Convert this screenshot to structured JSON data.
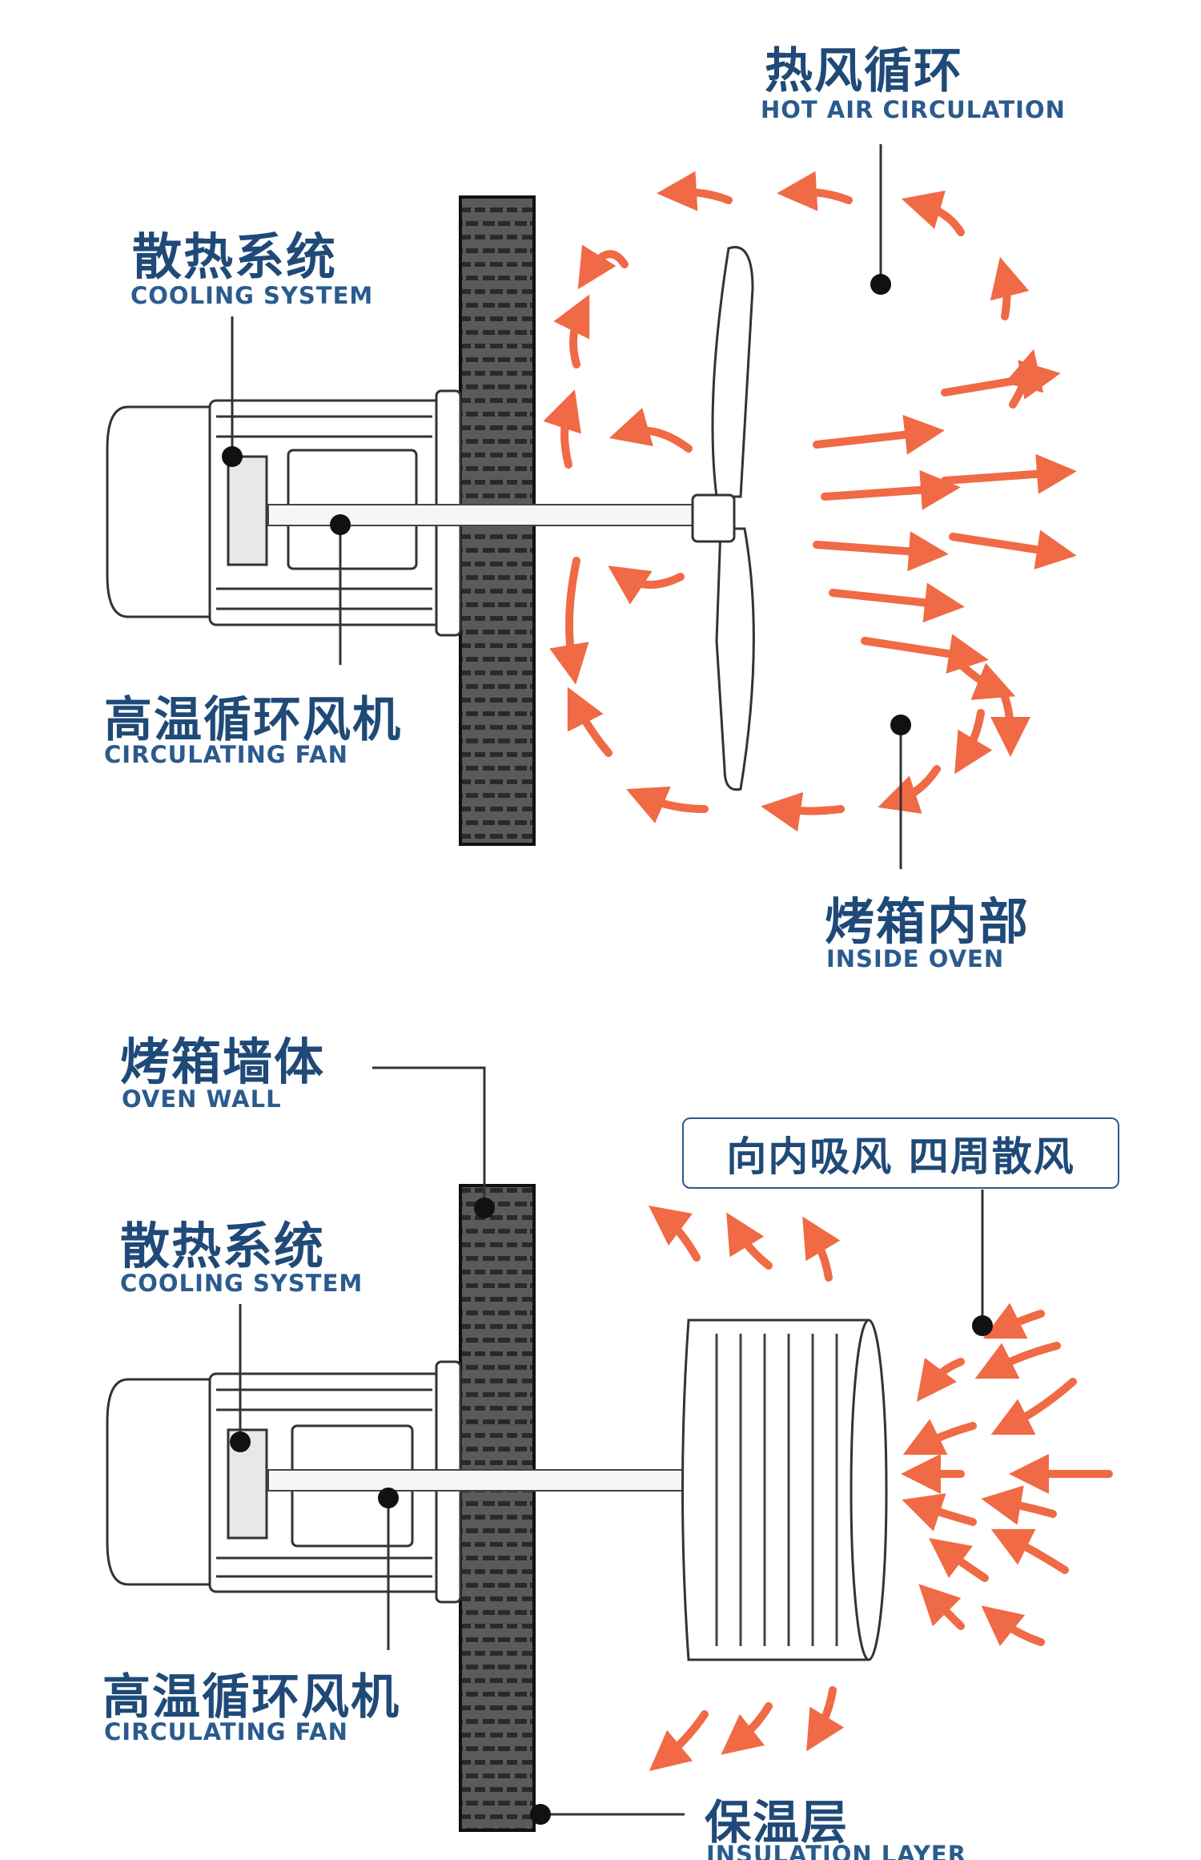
{
  "top": {
    "hot_air": {
      "cn": "热风循环",
      "en": "HOT AIR CIRCULATION"
    },
    "cooling": {
      "cn": "散热系统",
      "en": "COOLING SYSTEM"
    },
    "fan": {
      "cn": "高温循环风机",
      "en": "CIRCULATING FAN"
    },
    "inside": {
      "cn": "烤箱内部",
      "en": "INSIDE OVEN"
    }
  },
  "bottom": {
    "wall": {
      "cn": "烤箱墙体",
      "en": "OVEN WALL"
    },
    "cooling": {
      "cn": "散热系统",
      "en": "COOLING SYSTEM"
    },
    "fan": {
      "cn": "高温循环风机",
      "en": "CIRCULATING FAN"
    },
    "airflow_box": "向内吸风  四周散风",
    "insulation": {
      "cn": "保温层",
      "en": "INSULATION LAYER"
    }
  },
  "colors": {
    "label_dark": "#1f4a78",
    "label_blue": "#2a5b8e",
    "arrow": "#f06a45",
    "wall": "#555555"
  }
}
